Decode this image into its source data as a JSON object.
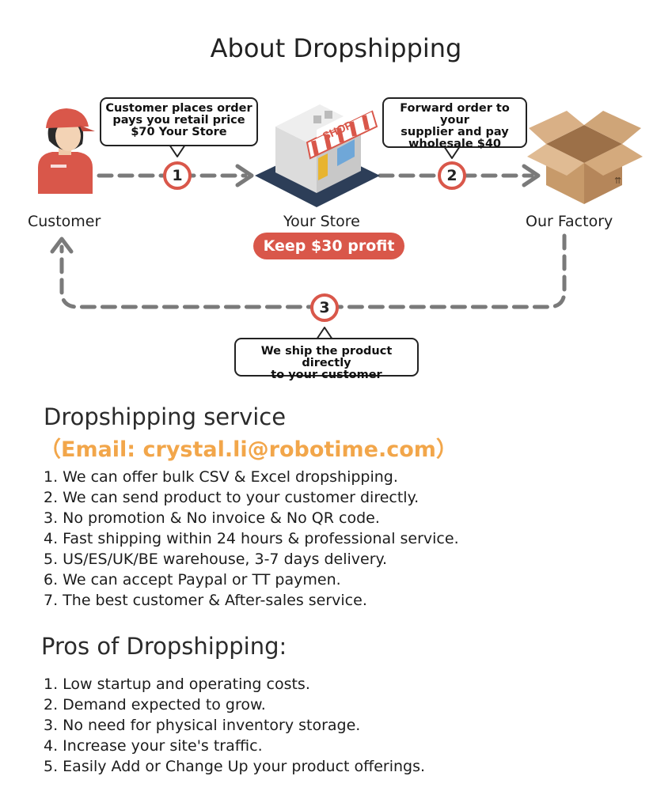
{
  "diagram": {
    "title": "About Dropshipping",
    "nodes": {
      "customer": "Customer",
      "store": "Your Store",
      "factory": "Our Factory",
      "shop_sign": "SHOP"
    },
    "steps": [
      {
        "number": "1",
        "bubble": [
          "Customer places order",
          "pays you retail price",
          "$70 Your Store"
        ]
      },
      {
        "number": "2",
        "bubble": [
          "Forward order to your",
          "supplier and pay",
          "wholesale $40"
        ]
      },
      {
        "number": "3",
        "bubble": [
          "We ship the product directly",
          "to your customer"
        ]
      }
    ],
    "profit": "Keep $30 profit",
    "colors": {
      "accent": "#d9574a",
      "arrow": "#7a7a7a",
      "email": "#f2a64a"
    }
  },
  "service": {
    "title": "Dropshipping service",
    "email": "（Email: crystal.li@robotime.com）",
    "items": [
      "1. We can offer bulk CSV & Excel dropshipping.",
      "2. We can send product to your customer directly.",
      "3. No promotion & No invoice & No QR code.",
      "4. Fast shipping within 24 hours & professional service.",
      "5. US/ES/UK/BE warehouse, 3-7 days delivery.",
      "6. We can accept Paypal or TT paymen.",
      "7. The best customer & After-sales service."
    ]
  },
  "pros": {
    "title": "Pros of Dropshipping:",
    "items": [
      "1. Low startup and operating costs.",
      "2. Demand expected to grow.",
      "3. No need for physical inventory storage.",
      "4. Increase your site's traffic.",
      "5. Easily Add or Change Up your product offerings."
    ]
  }
}
